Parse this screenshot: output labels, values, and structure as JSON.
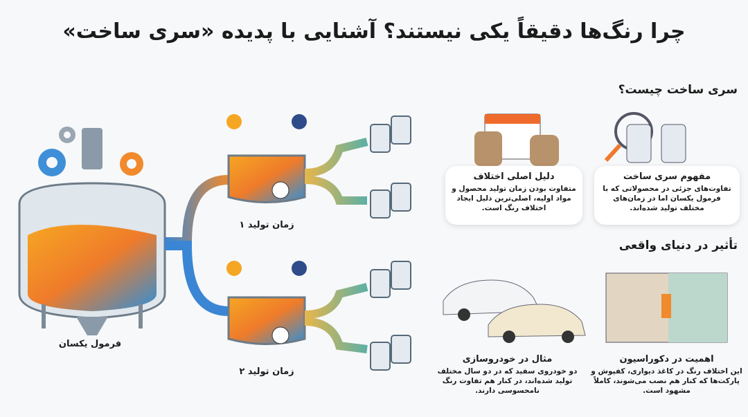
{
  "title": "چرا رنگ‌ها دقیقاً یکی نیستند؟ آشنایی با پدیده «سری ساخت»",
  "process": {
    "main_tank_label": "فرمول یکسان",
    "batch1_label": "زمان تولید ۱",
    "batch2_label": "زمان تولید ۲"
  },
  "what_is": {
    "heading": "سری ساخت چیست؟",
    "concept": {
      "title": "مفهوم سری ساخت",
      "text": "تفاوت‌های جزئی در محصولاتی که با فرمول یکسان اما در زمان‌های مختلف تولید شده‌اند."
    },
    "reason": {
      "title": "دلیل اصلی اختلاف",
      "text": "متفاوت بودن زمان تولید محصول و مواد اولیه، اصلی‌ترین دلیل ایجاد اختلاف رنگ است."
    }
  },
  "real_world": {
    "heading": "تأثیر در دنیای واقعی",
    "decoration": {
      "title": "اهمیت در دکوراسیون",
      "text": "این اختلاف رنگ در کاغذ دیواری، کفپوش و پارکت‌ها که کنار هم نصب می‌شوند، کاملاً مشهود است."
    },
    "automotive": {
      "title": "مثال در خودروسازی",
      "text": "دو خودروی سفید که در دو سال مختلف تولید شده‌اند، در کنار هم تفاوت رنگ نامحسوسی دارند."
    }
  },
  "colors": {
    "orange": "#f08a2c",
    "blue": "#3d8ed8",
    "teal": "#5fb3a8",
    "steel": "#8a9aa8"
  }
}
